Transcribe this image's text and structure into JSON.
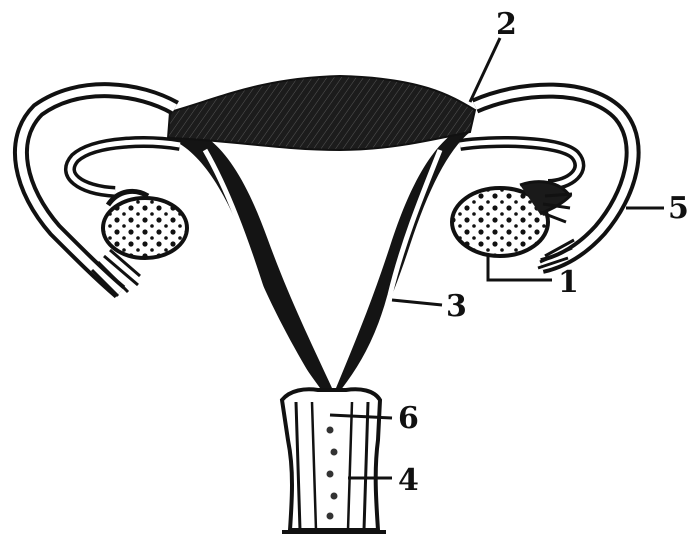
{
  "labels": {
    "l1": "1",
    "l2": "2",
    "l3": "3",
    "l4": "4",
    "l5": "5",
    "l6": "6"
  },
  "colors": {
    "ink": "#111111",
    "paper": "#ffffff",
    "shade": "#2a2a2a"
  }
}
